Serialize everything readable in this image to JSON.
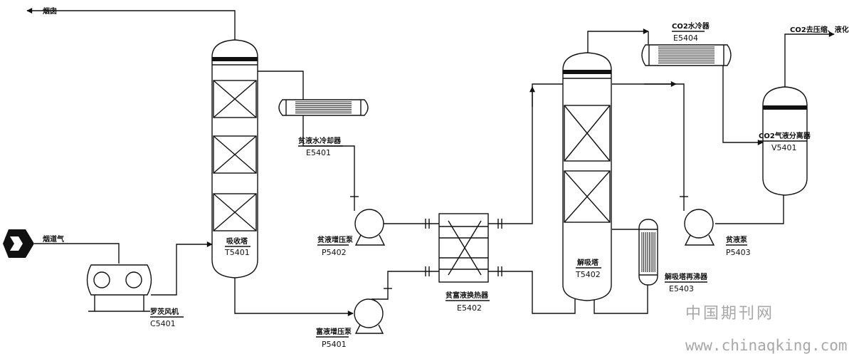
{
  "streams": {
    "flue_out": "烟囱",
    "flue_in": "烟道气",
    "co2_out": "CO2去压缩、液化"
  },
  "equipment": {
    "t5401": {
      "name": "吸收塔",
      "tag": "T5401"
    },
    "t5402": {
      "name": "解吸塔",
      "tag": "T5402"
    },
    "c5401": {
      "name": "罗茨风机",
      "tag": "C5401"
    },
    "e5401": {
      "name": "贫液水冷却器",
      "tag": "E5401"
    },
    "e5402": {
      "name": "贫富液换热器",
      "tag": "E5402"
    },
    "e5403": {
      "name": "解吸塔再沸器",
      "tag": "E5403"
    },
    "e5404": {
      "name": "CO2水冷器",
      "tag": "E5404"
    },
    "v5401": {
      "name": "CO2气液分离器",
      "tag": "V5401"
    },
    "p5401": {
      "name": "富液增压泵",
      "tag": "P5401"
    },
    "p5402": {
      "name": "贫液增压泵",
      "tag": "P5402"
    },
    "p5403": {
      "name": "贫液泵",
      "tag": "P5403"
    }
  },
  "watermark": {
    "cn": "中国期刊网",
    "url": "www.chinaqking.com"
  }
}
